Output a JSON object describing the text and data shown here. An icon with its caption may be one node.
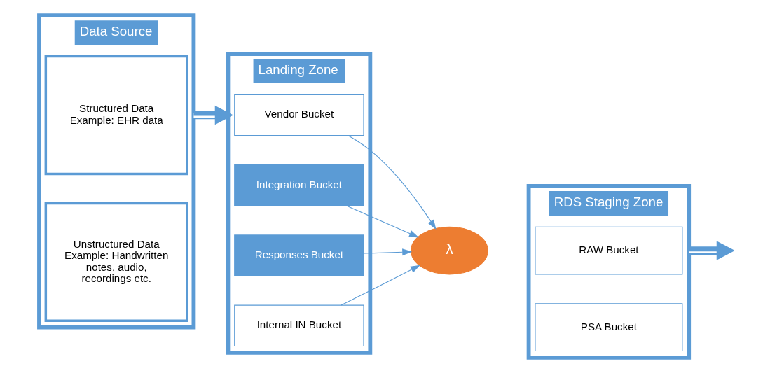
{
  "diagram": {
    "nodes": [
      {
        "text": [
          "Data Source"
        ]
      },
      {
        "text": [
          "Structured Data Example: EHR data"
        ],
        "in": 0
      },
      {
        "text": [
          "Unstructured Data Example: Handwritten notes, audio, recordings etc."
        ],
        "in": 0
      },
      {
        "text": [
          "Landing Zone"
        ]
      },
      {
        "text": [
          "Vendor Bucket"
        ],
        "in": 3
      },
      {
        "text": [
          "Integration Bucket"
        ],
        "in": 3
      },
      {
        "text": [
          "Responses Bucket"
        ],
        "in": 3
      },
      {
        "text": [
          "Internal IN Bucket"
        ],
        "in": 3
      },
      {
        "text": [
          "λ"
        ]
      },
      {
        "text": [
          "RDS Staging Zone"
        ]
      },
      {
        "text": [
          "RAW Bucket"
        ],
        "in": 9
      },
      {
        "text": [
          "PSA Bucket"
        ],
        "in": 9
      }
    ],
    "edges": [
      {
        "from": 0,
        "to": 3,
        "arrow": "to",
        "style": "thick"
      },
      {
        "from": 4,
        "to": 8,
        "arrow": "to"
      },
      {
        "from": 5,
        "to": 8,
        "arrow": "to"
      },
      {
        "from": 6,
        "to": 8,
        "arrow": "to"
      },
      {
        "from": 7,
        "to": 8,
        "arrow": "to"
      },
      {
        "from": 9,
        "to": null,
        "arrow": "to",
        "style": "thick"
      }
    ]
  }
}
